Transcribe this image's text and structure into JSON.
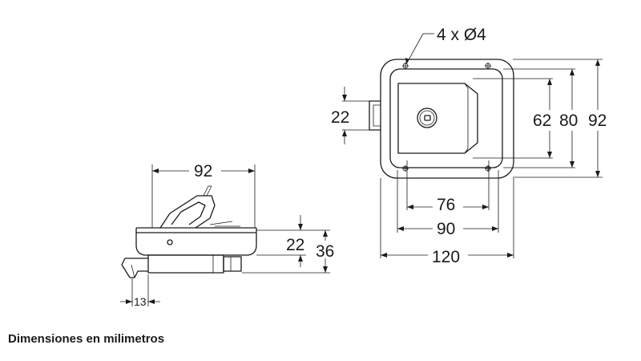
{
  "caption": "Dimensiones en milimetros",
  "front_view": {
    "holes_label": "4 x Ø4",
    "height_22": "22",
    "height_62": "62",
    "height_80": "80",
    "height_92": "92",
    "width_76": "76",
    "width_90": "90",
    "width_120": "120"
  },
  "side_view": {
    "width_92": "92",
    "height_22": "22",
    "height_36": "36",
    "depth_13": "13"
  }
}
